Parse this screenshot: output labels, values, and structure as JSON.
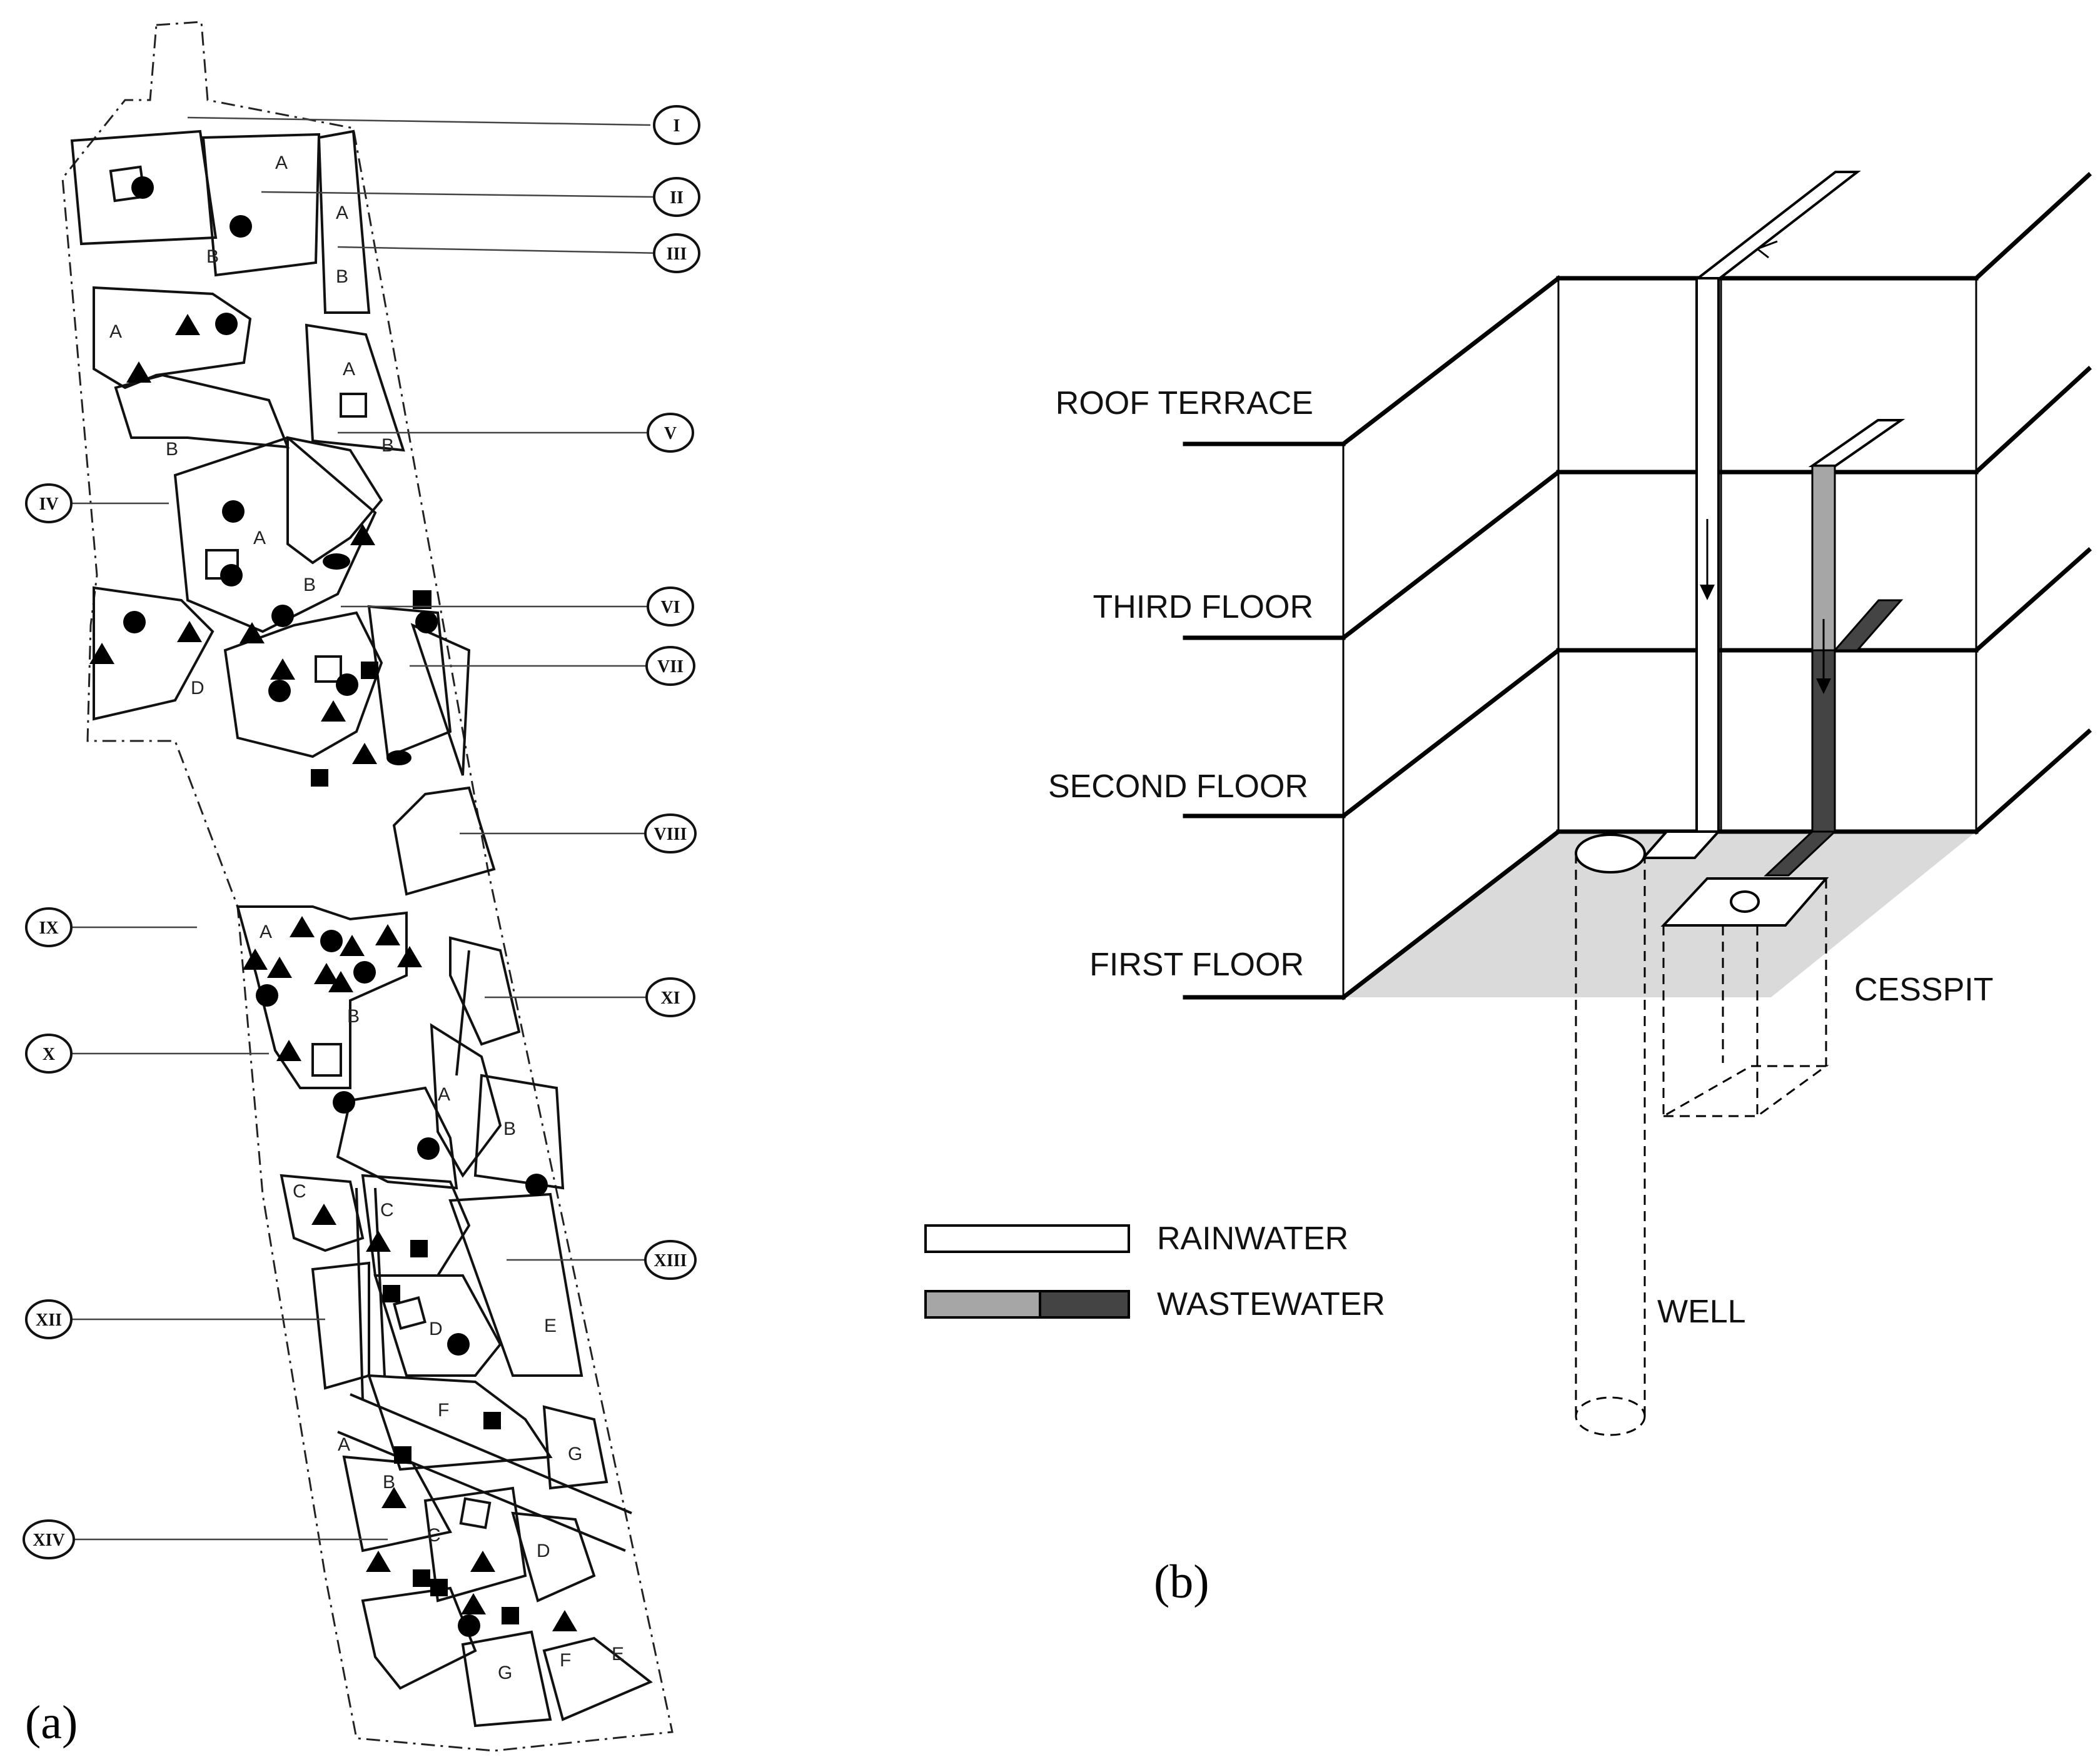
{
  "panels": {
    "a": {
      "label": "(a)",
      "roman_markers": [
        "I",
        "II",
        "III",
        "IV",
        "V",
        "VI",
        "VII",
        "VIII",
        "IX",
        "X",
        "XI",
        "XII",
        "XIII",
        "XIV"
      ],
      "block_letters": [
        "A",
        "B",
        "A",
        "B",
        "A",
        "B",
        "A",
        "B",
        "A",
        "B",
        "D",
        "A",
        "B",
        "A",
        "B",
        "C",
        "C",
        "D",
        "E",
        "F",
        "G",
        "A",
        "B",
        "C",
        "D",
        "G",
        "F",
        "E"
      ]
    },
    "b": {
      "label": "(b)",
      "floors": [
        "ROOF TERRACE",
        "THIRD FLOOR",
        "SECOND FLOOR",
        "FIRST FLOOR"
      ],
      "cesspit": "CESSPIT",
      "well": "WELL",
      "legend": [
        {
          "label": "RAINWATER",
          "colors": [
            "#ffffff"
          ]
        },
        {
          "label": "WASTEWATER",
          "colors": [
            "#a6a6a6",
            "#444444"
          ]
        }
      ]
    }
  }
}
